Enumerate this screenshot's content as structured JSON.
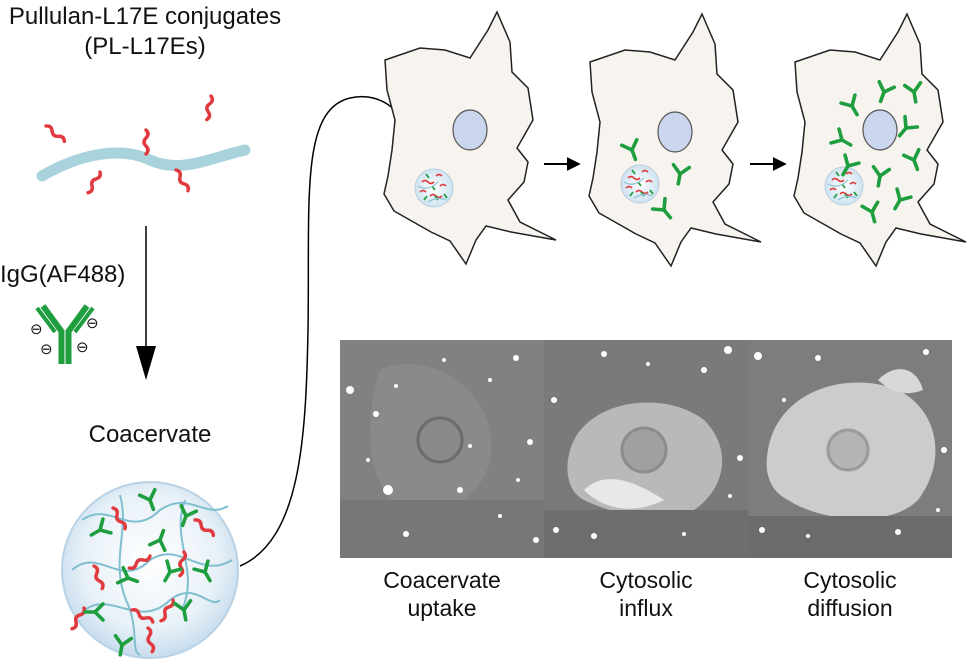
{
  "title": {
    "line1": "Pullulan-L17E conjugates",
    "line2": "(PL-L17Es)"
  },
  "igg_label": "IgG(AF488)",
  "coacervate_label": "Coacervate",
  "charge_symbol": "⊖",
  "captions": [
    {
      "line1": "Coacervate",
      "line2": "uptake"
    },
    {
      "line1": "Cytosolic",
      "line2": "influx"
    },
    {
      "line1": "Cytosolic",
      "line2": "diffusion"
    }
  ],
  "colors": {
    "pullulan": "#a8d2dc",
    "peptide": "#e0393e",
    "antibody": "#1e9e3e",
    "cell_fill": "#f7f3ee",
    "nucleus": "#c9d6ee"
  }
}
